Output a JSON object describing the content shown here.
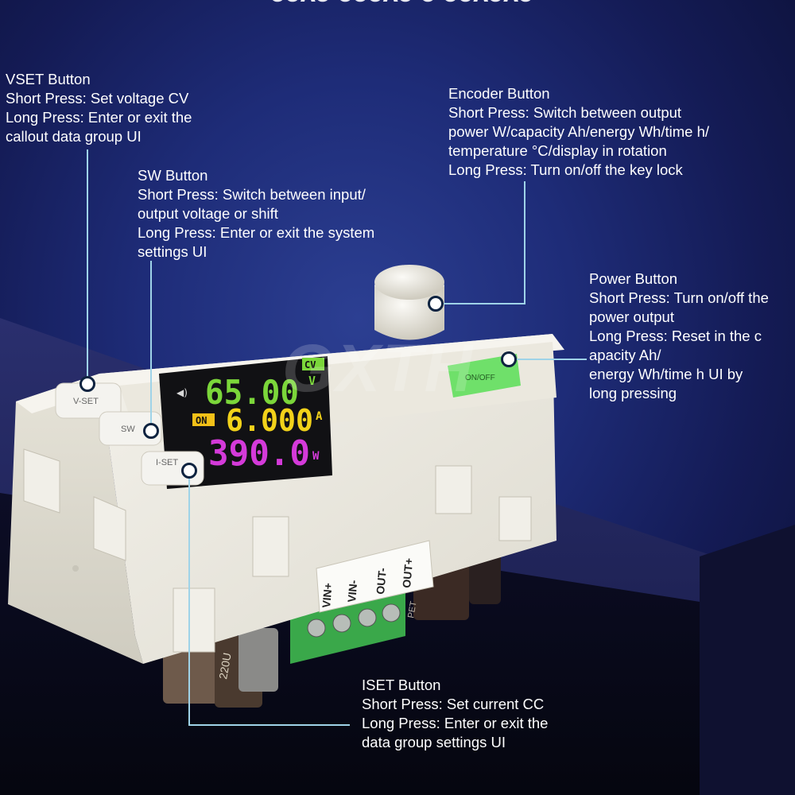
{
  "header": {
    "cut_title": "ɔɔʌɔ ɔɔɔʌɔ ɔ ɔɔʌɔʌɔ"
  },
  "callouts": {
    "vset": {
      "title": "VSET Button",
      "lines": [
        "Short Press: Set voltage CV",
        "Long Press: Enter or exit the",
        "callout data group UI"
      ]
    },
    "sw": {
      "title": "SW Button",
      "lines": [
        "Short Press: Switch between input/",
        "output voltage or shift",
        "Long Press: Enter or exit the system",
        "settings UI"
      ]
    },
    "encoder": {
      "title": "Encoder Button",
      "lines": [
        "Short Press: Switch between output",
        "power W/capacity Ah/energy Wh/time h/",
        "temperature °C/display in rotation",
        "Long Press: Turn on/off the key lock"
      ]
    },
    "power": {
      "title": "Power Button",
      "lines": [
        "Short Press: Turn on/off the",
        "power output",
        "Long Press: Reset in the c",
        "apacity Ah/",
        "energy Wh/time h  UI by",
        "long pressing"
      ]
    },
    "iset": {
      "title": "ISET Button",
      "lines": [
        "Short Press: Set current CC",
        "Long Press: Enter or exit the",
        "data group settings UI"
      ]
    }
  },
  "device": {
    "buttons": {
      "vset": "V-SET",
      "sw": "SW",
      "iset": "I-SET",
      "onoff": "ON/OFF"
    },
    "display": {
      "voltage": "65.00",
      "voltage_unit": "V",
      "mode": "CV",
      "current": "6.000",
      "current_unit": "A",
      "power": "390.0",
      "power_unit": "W",
      "status": "ON"
    },
    "terminals": [
      "VIN+",
      "VIN-",
      "OUT-",
      "OUT+"
    ],
    "capacitor_label": "220U",
    "cap2_label": "PET"
  },
  "watermark": "GXTH",
  "colors": {
    "voltage": "#7bd63a",
    "current": "#f2d21a",
    "power": "#d43ad9",
    "status_badge": "#f2c018",
    "onoff_button": "#6fe06a",
    "case": "#ece9df"
  }
}
